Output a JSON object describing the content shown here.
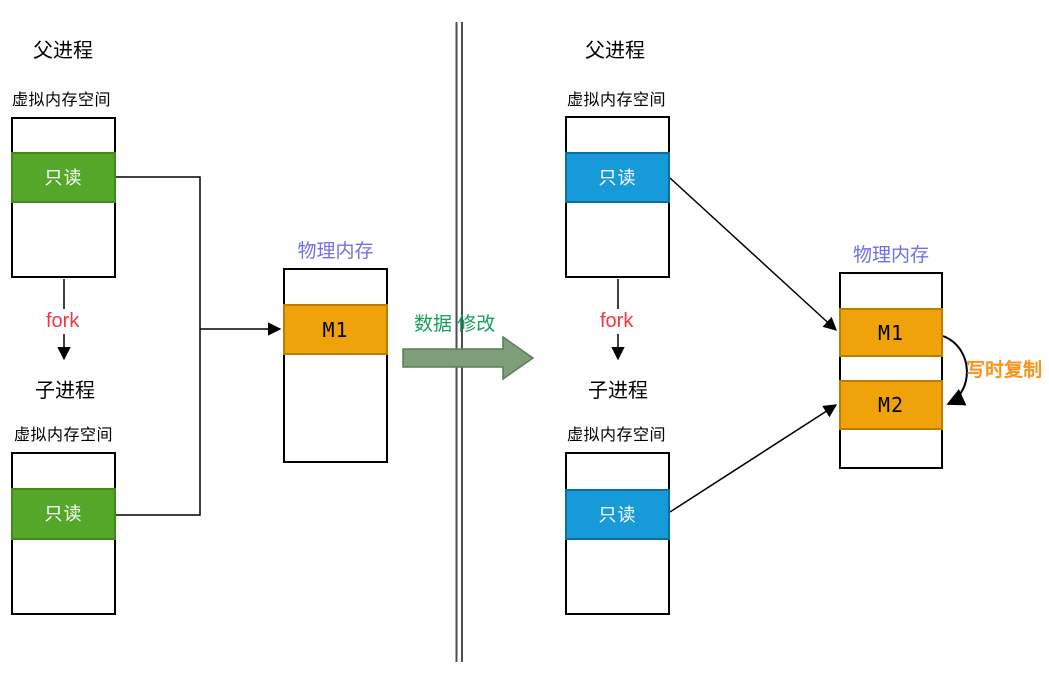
{
  "left": {
    "parent": {
      "title": "父进程",
      "memory_label": "虚拟内存空间",
      "readonly": "只读"
    },
    "fork_label": "fork",
    "child": {
      "title": "子进程",
      "memory_label": "虚拟内存空间",
      "readonly": "只读"
    },
    "physical": {
      "title": "物理内存",
      "blocks": [
        "M1"
      ]
    }
  },
  "transition": {
    "label": "数据 修改"
  },
  "right": {
    "parent": {
      "title": "父进程",
      "memory_label": "虚拟内存空间",
      "readonly": "只读"
    },
    "fork_label": "fork",
    "child": {
      "title": "子进程",
      "memory_label": "虚拟内存空间",
      "readonly": "只读"
    },
    "physical": {
      "title": "物理内存",
      "blocks": [
        "M1",
        "M2"
      ]
    },
    "cow_label": "写时复制"
  },
  "colors": {
    "readonly_green": "#55a729",
    "readonly_green_border": "#3f8c1a",
    "readonly_blue": "#179bd8",
    "readonly_blue_border": "#0d6ea6",
    "memory_block_orange": "#f0a20a",
    "memory_block_orange_border": "#bd7d00",
    "physical_title_purple": "#7070e8",
    "fork_red": "#f5363f",
    "transition_text_green": "#16a05d",
    "transition_arrow_fill": "#7e9d79",
    "cow_text_orange": "#f7941d",
    "separator_gray": "#4d4d4d"
  }
}
